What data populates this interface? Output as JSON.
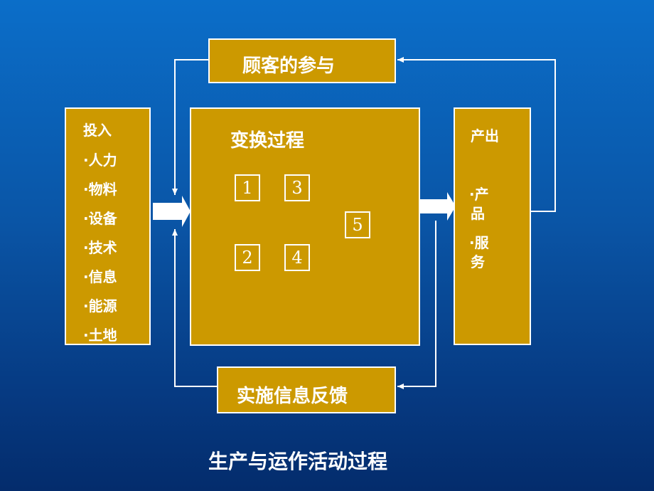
{
  "top_box": {
    "label": "顾客的参与"
  },
  "bottom_box": {
    "label": "实施信息反馈"
  },
  "input_box": {
    "title": "投入",
    "items": [
      "·人力",
      "·物料",
      "·设备",
      "·技术",
      "·信息",
      "·能源",
      "·土地"
    ]
  },
  "process_box": {
    "title": "变换过程",
    "nodes": [
      "1",
      "2",
      "3",
      "4",
      "5"
    ]
  },
  "output_box": {
    "title": "产出",
    "product_line1": "·产",
    "product_line2": "品",
    "service_line1": "·服",
    "service_line2": "务"
  },
  "caption": "生产与运作活动过程",
  "colors": {
    "box": "#cc9900",
    "line": "#ffffff",
    "background": "#0a55a6"
  }
}
